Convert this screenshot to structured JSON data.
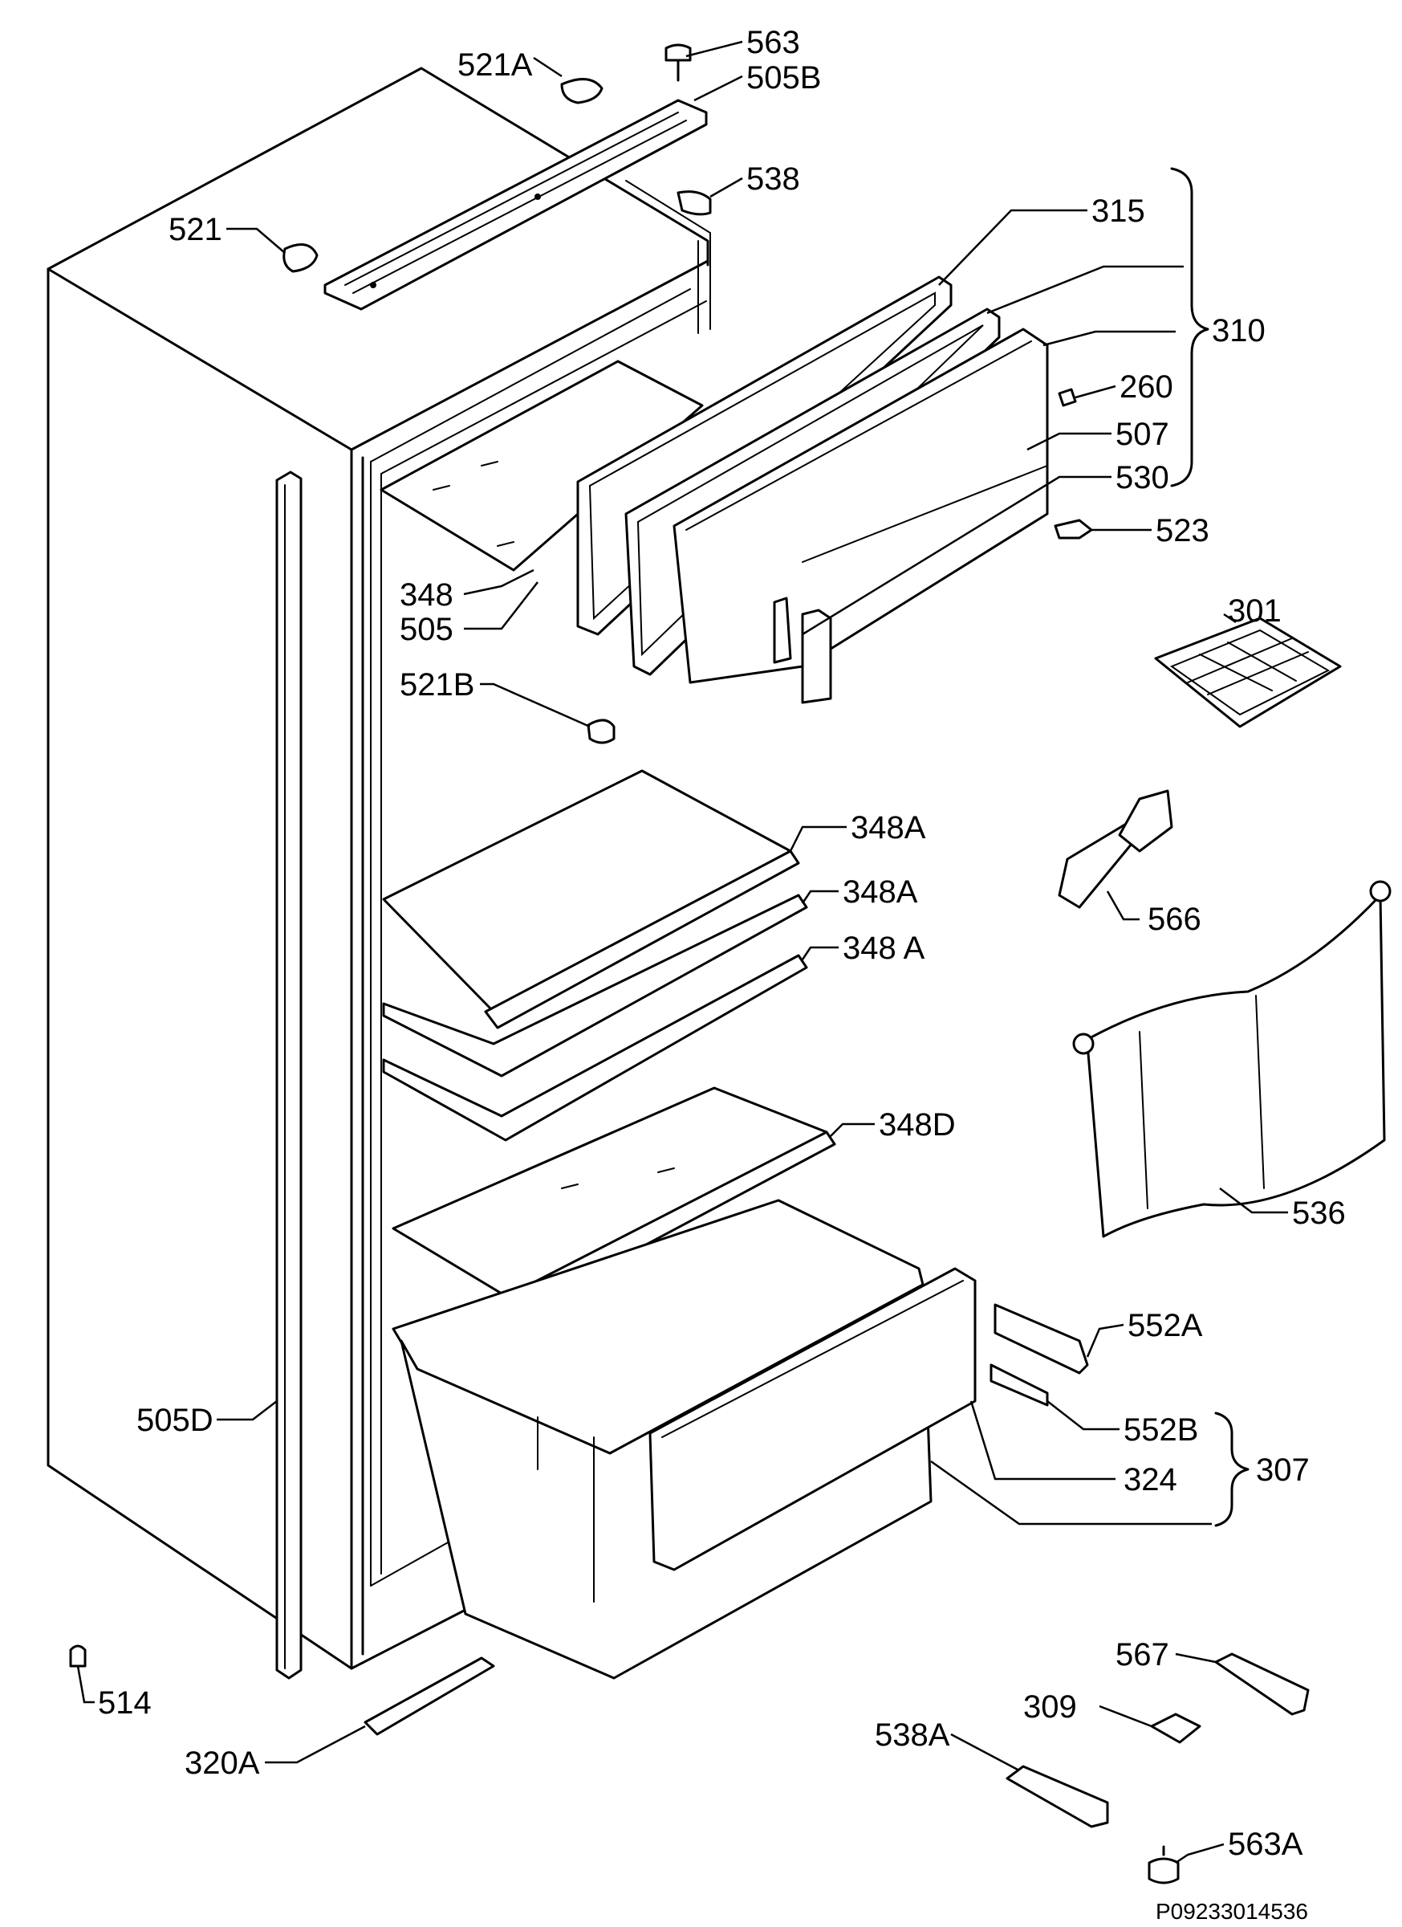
{
  "diagram_code": "P09233014536",
  "labels": {
    "l563": "563",
    "l521A": "521A",
    "l505B": "505B",
    "l538": "538",
    "l521": "521",
    "l315": "315",
    "l310": "310",
    "l260": "260",
    "l507": "507",
    "l530": "530",
    "l523": "523",
    "l348": "348",
    "l505": "505",
    "l301": "301",
    "l521B": "521B",
    "l348A1": "348A",
    "l566": "566",
    "l348A2": "348A",
    "l348A3": "348 A",
    "l348D": "348D",
    "l536": "536",
    "l552A": "552A",
    "l505D": "505D",
    "l552B": "552B",
    "l307": "307",
    "l324": "324",
    "l514": "514",
    "l567": "567",
    "l309": "309",
    "l538A": "538A",
    "l320A": "320A",
    "l563A": "563A"
  }
}
